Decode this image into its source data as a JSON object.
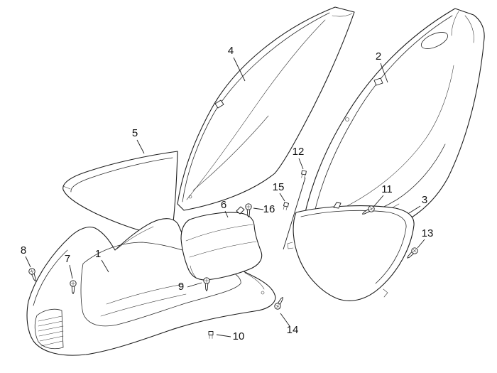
{
  "colors": {
    "background": "#ffffff",
    "line": "#1d1d1d",
    "label": "#111111"
  },
  "callouts": [
    {
      "id": 1,
      "label": "1"
    },
    {
      "id": 2,
      "label": "2"
    },
    {
      "id": 3,
      "label": "3"
    },
    {
      "id": 4,
      "label": "4"
    },
    {
      "id": 5,
      "label": "5"
    },
    {
      "id": 6,
      "label": "6"
    },
    {
      "id": 7,
      "label": "7"
    },
    {
      "id": 8,
      "label": "8"
    },
    {
      "id": 9,
      "label": "9"
    },
    {
      "id": 10,
      "label": "10"
    },
    {
      "id": 11,
      "label": "11"
    },
    {
      "id": 12,
      "label": "12"
    },
    {
      "id": 13,
      "label": "13"
    },
    {
      "id": 14,
      "label": "14"
    },
    {
      "id": 15,
      "label": "15"
    },
    {
      "id": 16,
      "label": "16"
    }
  ]
}
